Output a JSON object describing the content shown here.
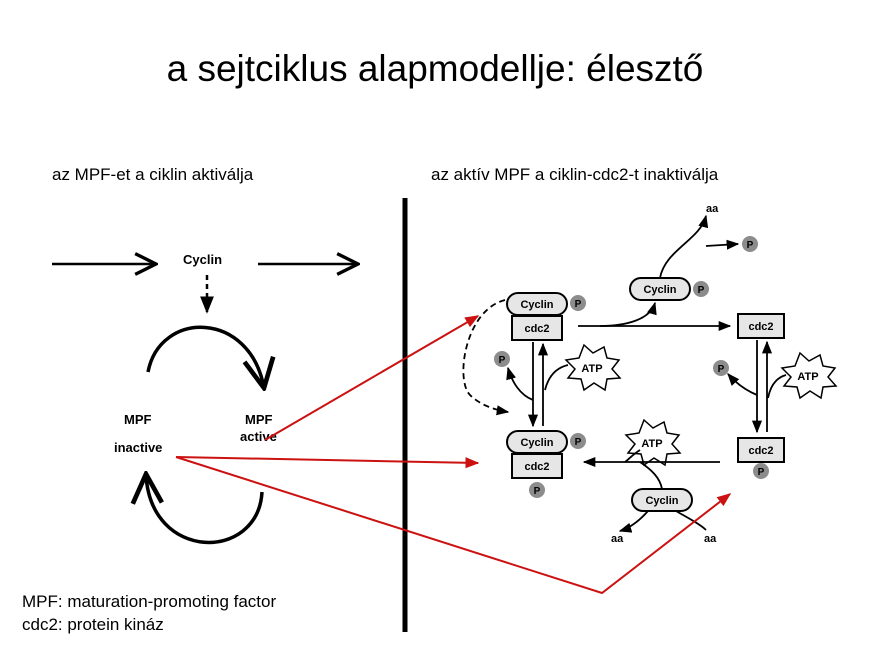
{
  "slide": {
    "title": "a sejtciklus alapmodellje: élesztő",
    "left_heading": "az MPF-et a ciklin aktiválja",
    "right_heading": "az aktív MPF a ciklin-cdc2-t inaktiválja",
    "legend": [
      "MPF: maturation-promoting factor",
      "cdc2: protein kináz"
    ]
  },
  "left_diagram": {
    "cyclin_label": "Cyclin",
    "mpf_inactive": [
      "MPF",
      "inactive"
    ],
    "mpf_active": [
      "MPF",
      "active"
    ]
  },
  "right_diagram": {
    "cyclin": "Cyclin",
    "cdc2": "cdc2",
    "phosphate": "P",
    "atp": "ATP",
    "amino_acids": "aa"
  },
  "colors": {
    "arrow_red": "#cc1111",
    "divider": "#000000",
    "box_fill": "#e6e6e6",
    "phosphate_fill": "#8c8c8c"
  }
}
